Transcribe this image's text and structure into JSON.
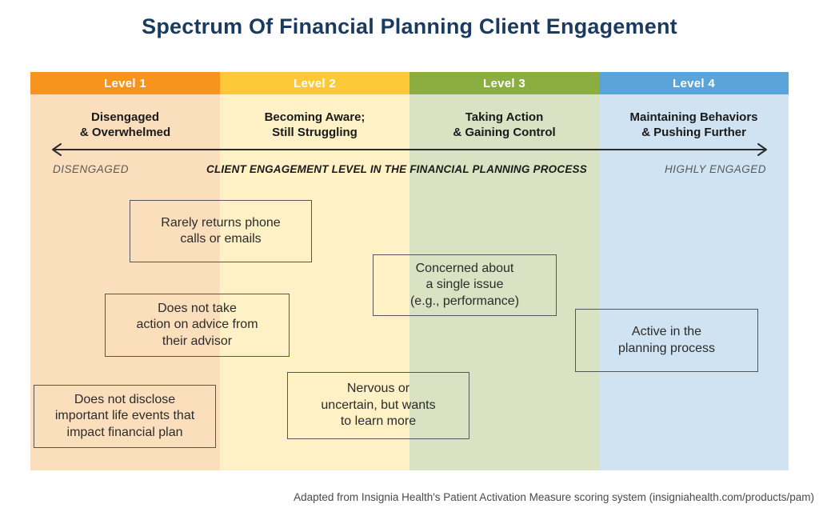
{
  "title": "Spectrum Of Financial Planning Client Engagement",
  "levels": [
    {
      "label": "Level 1",
      "subtitle": "Disengaged\n& Overwhelmed",
      "header_color": "#F6941E",
      "column_color": "#FBDFBD"
    },
    {
      "label": "Level 2",
      "subtitle": "Becoming Aware;\nStill Struggling",
      "header_color": "#FCC938",
      "column_color": "#FDF1C5"
    },
    {
      "label": "Level 3",
      "subtitle": "Taking Action\n& Gaining Control",
      "header_color": "#8CAD40",
      "column_color": "#D9E2C3"
    },
    {
      "label": "Level 4",
      "subtitle": "Maintaining Behaviors\n& Pushing Further",
      "header_color": "#5BA4D9",
      "column_color": "#CFE3F2"
    }
  ],
  "axis": {
    "left_label": "DISENGAGED",
    "center_label": "CLIENT ENGAGEMENT LEVEL IN THE FINANCIAL PLANNING PROCESS",
    "right_label": "HIGHLY ENGAGED",
    "arrow_color": "#2B2B2B"
  },
  "boxes": [
    {
      "text": "Rarely returns phone\ncalls or emails"
    },
    {
      "text": "Does not take\naction on advice from\ntheir advisor"
    },
    {
      "text": "Does not disclose\nimportant life events that\nimpact financial plan"
    },
    {
      "text": "Nervous or\nuncertain, but wants\nto learn more"
    },
    {
      "text": "Concerned about\na single issue\n(e.g., performance)"
    },
    {
      "text": "Active in the\nplanning process"
    }
  ],
  "footer": "Adapted from Insignia Health's Patient Activation Measure scoring system (insigniahealth.com/products/pam)"
}
